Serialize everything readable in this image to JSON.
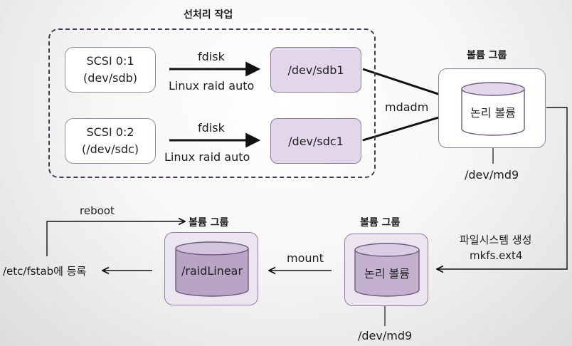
{
  "preprocessing": {
    "title": "선처리 작업",
    "disks": [
      {
        "line1": "SCSI 0:1",
        "line2": "(dev/sdb)",
        "partition": "/dev/sdb1"
      },
      {
        "line1": "SCSI 0:2",
        "line2": "(/dev/sdc)",
        "partition": "/dev/sdc1"
      }
    ],
    "arrow_top_label": "fdisk",
    "arrow_bottom_label": "Linux raid auto"
  },
  "mdadm_label": "mdadm",
  "vg1": {
    "title": "볼륨 그룹",
    "lv": "논리 볼륨",
    "device": "/dev/md9"
  },
  "format_step": {
    "line1": "파일시스템 생성",
    "line2": "mkfs.ext4"
  },
  "vg2": {
    "title": "볼륨 그룹",
    "lv": "논리 볼륨",
    "device": "/dev/md9"
  },
  "mount_label": "mount",
  "vg3": {
    "title": "볼륨 그룹",
    "lv": "/raidLinear"
  },
  "fstab_label": "/etc/fstab에 등록",
  "reboot_label": "reboot",
  "colors": {
    "accent_fill": "#e2d6ea",
    "dark_fill": "#b8a4c4",
    "border": "#8f7f9b"
  }
}
